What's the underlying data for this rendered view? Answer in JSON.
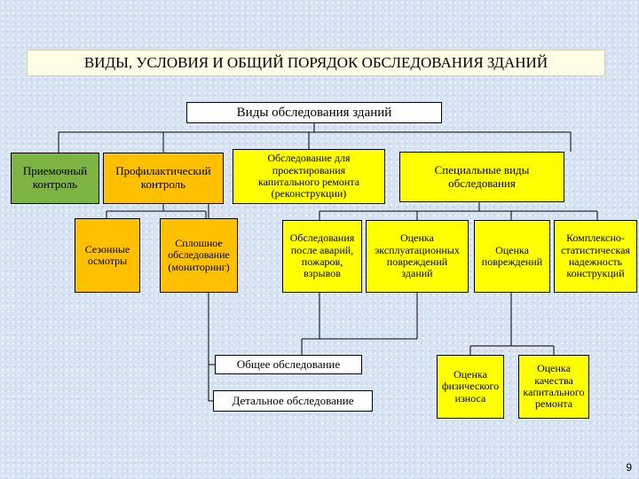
{
  "title": "ВИДЫ, УСЛОВИЯ И ОБЩИЙ ПОРЯДОК ОБСЛЕДОВАНИЯ ЗДАНИЙ",
  "root": "Виды обследования зданий",
  "level1": {
    "acceptance": "Приемочный\nконтроль",
    "preventive": "Профилактический\nконтроль",
    "design": "Обследование для\nпроектирования\nкапитального ремонта\n(реконструкции)",
    "special": "Специальные виды\nобследования"
  },
  "preventive_children": {
    "seasonal": "Сезонные\nосмотры",
    "continuous": "Сплошное\nобследование\n(мониторинг)"
  },
  "special_children": {
    "after_accidents": "Обследования\nпосле аварий,\nпожаров,\nвзрывов",
    "operational_damage": "Оценка\nэксплуатационных\nповреждений\nзданий",
    "damage_assessment": "Оценка\nповреждений",
    "complex_statistical": "Комплексно-\nстатистическая\nнадежность\nконструкций"
  },
  "design_children": {
    "general": "Общее обследование",
    "detailed": "Детальное обследование"
  },
  "damage_children": {
    "physical_wear": "Оценка\nфизического\nизноса",
    "repair_quality": "Оценка\nкачества\nкапитального\nремонта"
  },
  "page_number": "9",
  "colors": {
    "green": "#7cb342",
    "orange": "#ffc000",
    "yellow": "#ffff00",
    "white": "#ffffff",
    "background": "#d6e3f2"
  }
}
